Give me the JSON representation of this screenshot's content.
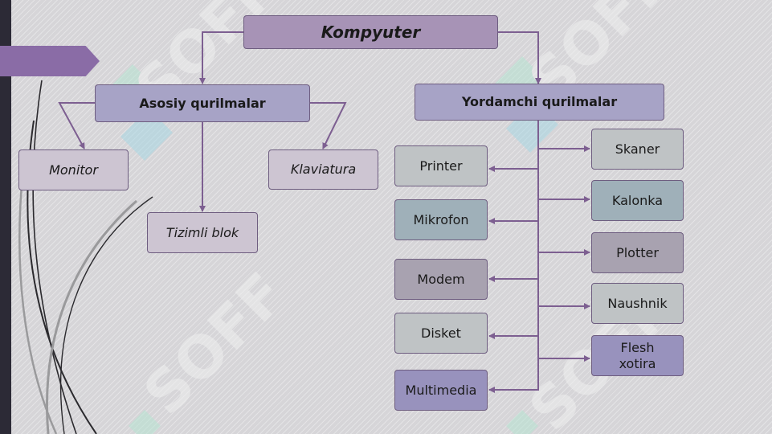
{
  "diagram": {
    "root": "Kompyuter",
    "categories": {
      "main": "Asosiy qurilmalar",
      "aux": "Yordamchi qurilmalar"
    },
    "main_devices": {
      "monitor": "Monitor",
      "keyboard": "Klaviatura",
      "system_unit": "Tizimli blok"
    },
    "aux_left": [
      "Printer",
      "Mikrofon",
      "Modem",
      "Disket",
      "Multimedia"
    ],
    "aux_right": [
      "Skaner",
      "Kalonka",
      "Plotter",
      "Naushnik",
      "Flesh xotira"
    ]
  },
  "watermark": "SOFF",
  "colors": {
    "accent_purple": "#8a6ca6",
    "line": "#7d5f91",
    "dark_bar": "#2c2a36"
  }
}
